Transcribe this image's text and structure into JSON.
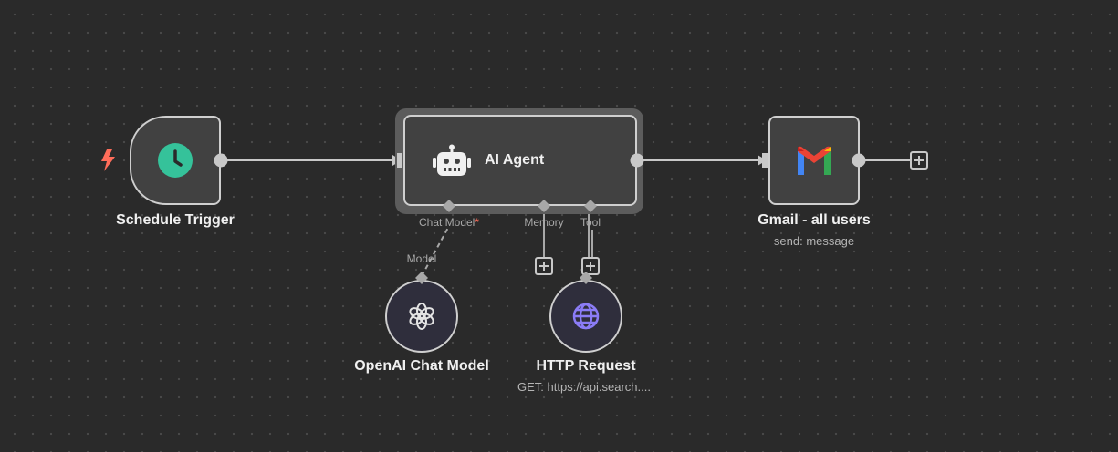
{
  "nodes": {
    "schedule_trigger": {
      "label": "Schedule Trigger"
    },
    "ai_agent": {
      "label": "AI Agent",
      "ports": {
        "chat_model": "Chat Model",
        "chat_model_required": "*",
        "memory": "Memory",
        "tool": "Tool"
      }
    },
    "gmail": {
      "label": "Gmail - all users",
      "subtitle": "send: message"
    },
    "openai_chat_model": {
      "label": "OpenAI Chat Model",
      "port": "Model"
    },
    "http_request": {
      "label": "HTTP Request",
      "subtitle": "GET: https://api.search...."
    }
  },
  "icons": {
    "trigger_bolt": "lightning-icon",
    "schedule": "clock-icon",
    "agent": "robot-icon",
    "gmail": "gmail-icon",
    "openai": "openai-icon",
    "http": "globe-icon",
    "add": "plus-icon"
  },
  "colors": {
    "canvas": "#2a2a2a",
    "node_fill": "#414141",
    "node_border": "#cfcfcf",
    "selected_outline": "#5c5c5c",
    "schedule_green": "#35c29a",
    "trigger_bolt": "#ff6d5a",
    "http_globe": "#8b7cf6",
    "required": "#ff6d5a"
  }
}
